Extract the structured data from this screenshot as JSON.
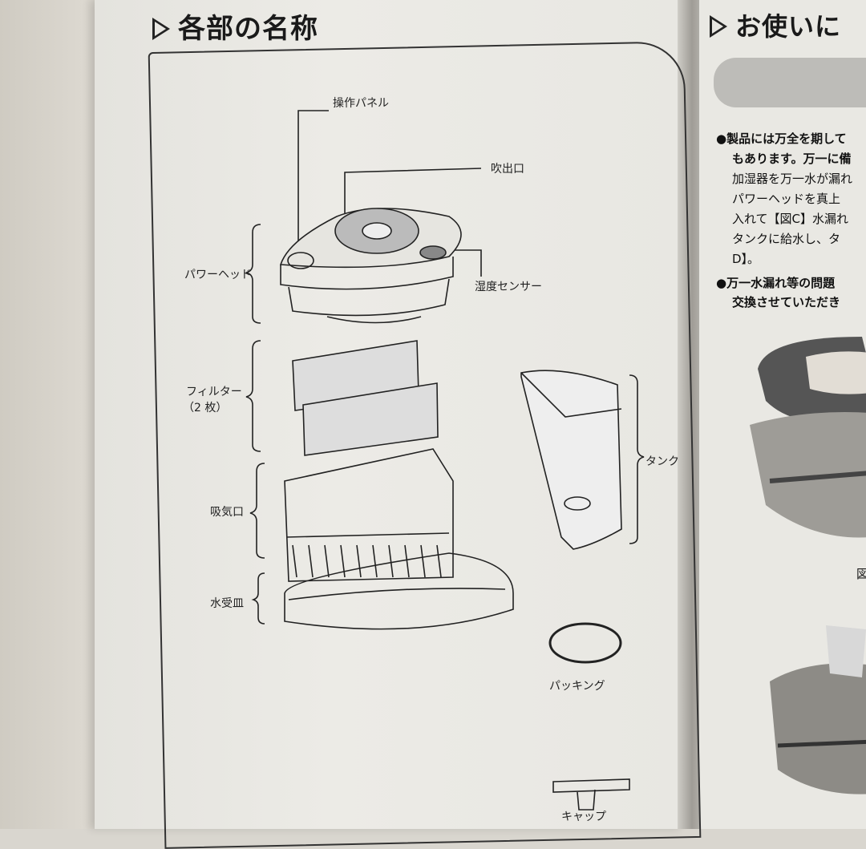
{
  "left_page": {
    "title": "各部の名称",
    "labels": {
      "control_panel": "操作パネル",
      "outlet": "吹出口",
      "power_head": "パワーヘッド",
      "humidity_sensor": "湿度センサー",
      "filter": "フィルター",
      "filter_count": "（2 枚）",
      "tank": "タンク",
      "air_inlet": "吸気口",
      "water_tray": "水受皿",
      "packing": "パッキング",
      "cap": "キャップ"
    }
  },
  "right_page": {
    "title": "お使いに",
    "lines": [
      "●製品には万全を期して",
      "もあります。万一に備",
      "加湿器を万一水が漏れ",
      "パワーヘッドを真上",
      "入れて【図C】水漏れ",
      "タンクに給水し、タ",
      "D】。",
      "●万一水漏れ等の問題",
      "交換させていただき"
    ],
    "figure_label": "図"
  }
}
